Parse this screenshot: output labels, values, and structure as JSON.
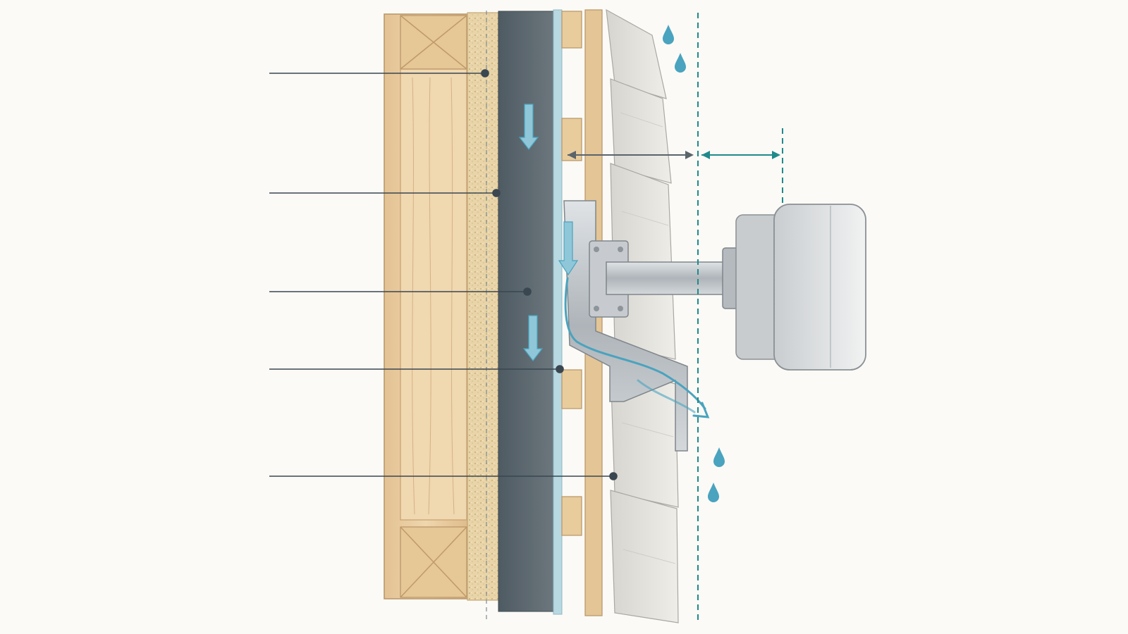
{
  "diagram": {
    "callouts": [
      {
        "id": "wood-stud"
      },
      {
        "id": "osb-sheathing"
      },
      {
        "id": "water-resistive-barrier"
      },
      {
        "id": "rainscreen-drainage-gap"
      },
      {
        "id": "lap-siding"
      }
    ],
    "colors": {
      "background": "#fbfaf6",
      "wood": "#e9cfa4",
      "wood_dark": "#c9a472",
      "sheathing": "#e5d1a6",
      "membrane": "#5d6a70",
      "gap": "#b8d9e2",
      "siding": "#e2e0da",
      "metal": "#b9bec2",
      "water": "#4aa3bf",
      "dimension": "#1f8a8c",
      "leader": "#3a4650"
    },
    "icons": [
      "water-drop-icon",
      "flow-arrow-icon",
      "dimension-arrow-icon"
    ]
  }
}
